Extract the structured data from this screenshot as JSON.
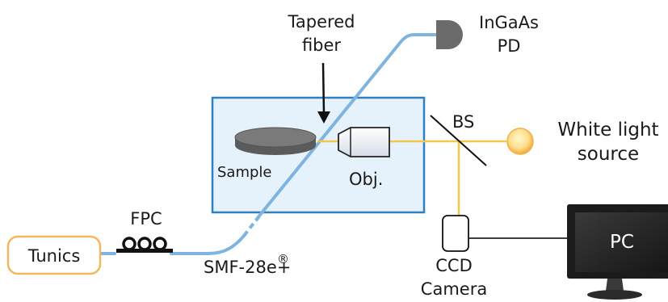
{
  "labels": {
    "tapered_fiber_line1": "Tapered",
    "tapered_fiber_line2": "fiber",
    "photodetector_line1": "InGaAs",
    "photodetector_line2": "PD",
    "beam_splitter": "BS",
    "white_light_line1": "White light",
    "white_light_line2": "source",
    "sample": "Sample",
    "objective": "Obj.",
    "fpc": "FPC",
    "tunics": "Tunics",
    "smf_main": "SMF-28e+",
    "smf_sup": "®",
    "ccd_line1": "CCD",
    "ccd_line2": "Camera",
    "pc": "PC"
  },
  "colors": {
    "fiber": "#7fb4e0",
    "light_path": "#f2c84b",
    "box_fill": "#e6f2fb",
    "box_stroke": "#2f7fc1",
    "tunics_stroke": "#f2b85e",
    "detector": "#6b6b6b",
    "sample": "#6f6f6f",
    "pc_screen": "#2a2a2a"
  },
  "icons": {
    "photodetector": "detector-dome-icon",
    "white_light": "light-bulb-icon",
    "pc": "monitor-icon",
    "ccd": "camera-icon",
    "fpc": "fiber-polarization-controller-icon",
    "objective": "microscope-objective-icon",
    "sample": "disk-sample-icon"
  }
}
